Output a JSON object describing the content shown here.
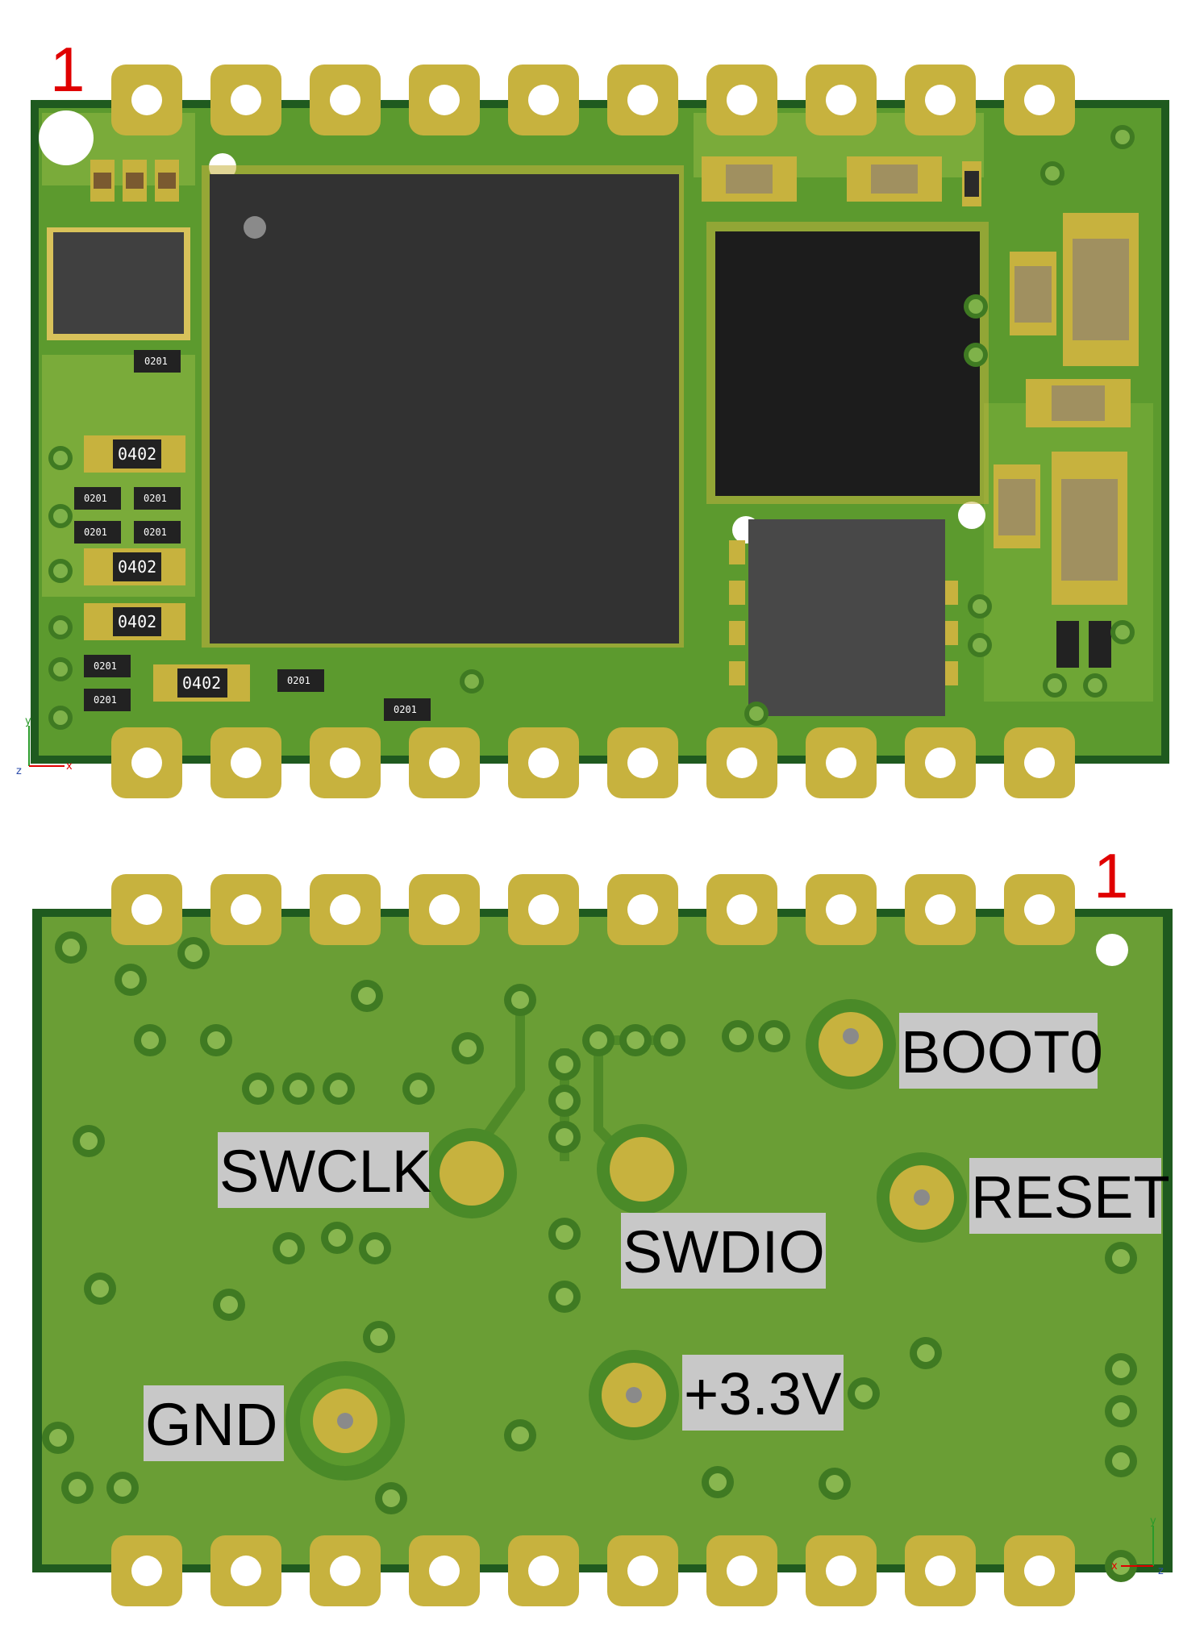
{
  "top_view": {
    "pin_one_marker": "1",
    "ic_labels": {
      "c0201": "0201",
      "c0402": "0402"
    },
    "axis": {
      "x": "x",
      "y": "y",
      "z": "z"
    }
  },
  "bottom_view": {
    "pin_one_marker": "1",
    "test_pads": {
      "boot0": "BOOT0",
      "reset": "RESET",
      "swclk": "SWCLK",
      "swdio": "SWDIO",
      "gnd": "GND",
      "vcc": "+3.3V"
    },
    "axis": {
      "x": "x",
      "y": "y",
      "z": "z"
    }
  },
  "colors": {
    "board_edge": "#1f5a1f",
    "board_copper": "#5c9a2e",
    "board_mask": "#6a9e35",
    "pad_gold": "#c7b23e",
    "chip_dark": "#323232",
    "chip_black": "#1c1c1c",
    "label_red": "#e00000"
  }
}
